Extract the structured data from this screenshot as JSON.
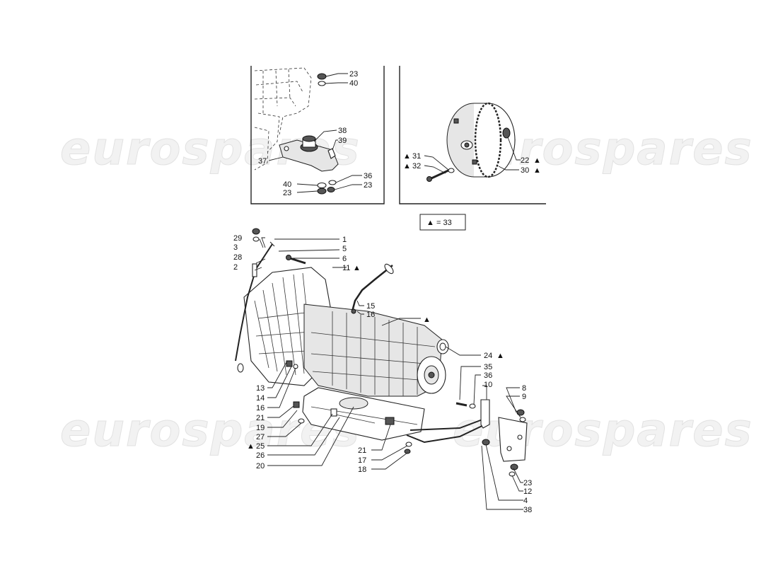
{
  "watermark": {
    "text": "eurospares"
  },
  "legend": {
    "symbol": "▲",
    "text": "= 33"
  },
  "callouts": {
    "mount": [
      {
        "id": "m23a",
        "text": "23"
      },
      {
        "id": "m40a",
        "text": "40"
      },
      {
        "id": "m38",
        "text": "38"
      },
      {
        "id": "m39",
        "text": "39"
      },
      {
        "id": "m37",
        "text": "37"
      },
      {
        "id": "m36",
        "text": "36"
      },
      {
        "id": "m40b",
        "text": "40"
      },
      {
        "id": "m23b",
        "text": "23"
      },
      {
        "id": "m23c",
        "text": "23"
      }
    ],
    "converter": [
      {
        "id": "c31",
        "text": "31"
      },
      {
        "id": "c32",
        "text": "32"
      },
      {
        "id": "c22",
        "text": "22"
      },
      {
        "id": "c30",
        "text": "30"
      }
    ],
    "transmission": [
      {
        "id": "t29",
        "text": "29"
      },
      {
        "id": "t3",
        "text": "3"
      },
      {
        "id": "t28",
        "text": "28"
      },
      {
        "id": "t2",
        "text": "2"
      },
      {
        "id": "t1",
        "text": "1"
      },
      {
        "id": "t5",
        "text": "5"
      },
      {
        "id": "t6",
        "text": "6"
      },
      {
        "id": "t11",
        "text": "11"
      },
      {
        "id": "t15",
        "text": "15"
      },
      {
        "id": "t16a",
        "text": "16"
      },
      {
        "id": "t24",
        "text": "24"
      },
      {
        "id": "t35",
        "text": "35"
      },
      {
        "id": "t36",
        "text": "36"
      },
      {
        "id": "t10",
        "text": "10"
      },
      {
        "id": "t8",
        "text": "8"
      },
      {
        "id": "t9",
        "text": "9"
      },
      {
        "id": "t13",
        "text": "13"
      },
      {
        "id": "t14",
        "text": "14"
      },
      {
        "id": "t16b",
        "text": "16"
      },
      {
        "id": "t21a",
        "text": "21"
      },
      {
        "id": "t19",
        "text": "19"
      },
      {
        "id": "t27",
        "text": "27"
      },
      {
        "id": "t25",
        "text": "25"
      },
      {
        "id": "t26",
        "text": "26"
      },
      {
        "id": "t20",
        "text": "20"
      },
      {
        "id": "t21b",
        "text": "21"
      },
      {
        "id": "t17",
        "text": "17"
      },
      {
        "id": "t18",
        "text": "18"
      },
      {
        "id": "t23",
        "text": "23"
      },
      {
        "id": "t12",
        "text": "12"
      },
      {
        "id": "t4",
        "text": "4"
      },
      {
        "id": "t38",
        "text": "38"
      }
    ]
  }
}
